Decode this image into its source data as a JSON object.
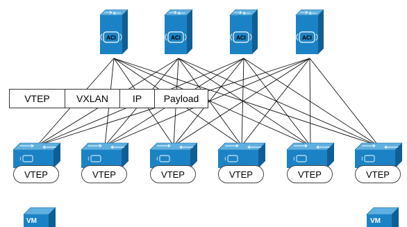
{
  "header": {
    "fields": [
      "VTEP",
      "VXLAN",
      "IP",
      "Payload"
    ]
  },
  "spines": [
    {
      "badge": "ACI"
    },
    {
      "badge": "ACI"
    },
    {
      "badge": "ACI"
    },
    {
      "badge": "ACI"
    }
  ],
  "leaves": [
    {
      "label": "VTEP"
    },
    {
      "label": "VTEP"
    },
    {
      "label": "VTEP"
    },
    {
      "label": "VTEP"
    },
    {
      "label": "VTEP"
    },
    {
      "label": "VTEP"
    }
  ],
  "vms": [
    {
      "label": "VM"
    },
    {
      "label": "VM"
    }
  ],
  "colors": {
    "device": "#1b83c5",
    "device_dark": "#0f5f95",
    "device_light": "#5fb0e0",
    "link": "#111111"
  }
}
